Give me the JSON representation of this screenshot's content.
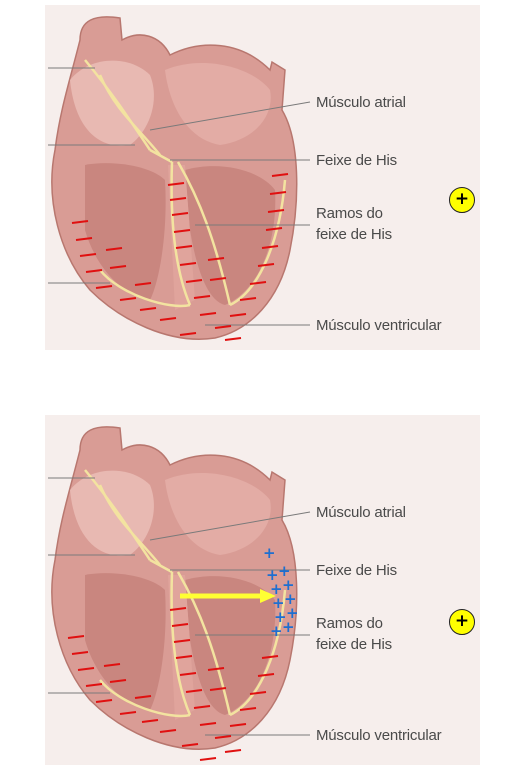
{
  "panels": [
    {
      "labels": {
        "atrial": "Músculo atrial",
        "his": "Feixe de His",
        "branches_1": "Ramos do",
        "branches_2": "feixe de His",
        "ventricular": "Músculo ventricular"
      },
      "badge": "+",
      "state": "depolarized-negative"
    },
    {
      "labels": {
        "atrial": "Músculo atrial",
        "his": "Feixe de His",
        "branches_1": "Ramos do",
        "branches_2": "feixe de His",
        "ventricular": "Músculo ventricular"
      },
      "badge": "+",
      "state": "partial-repolarization"
    }
  ],
  "colors": {
    "background": "#ffffff",
    "tissue_bg": "#f6eeec",
    "heart": "#d99c95",
    "heart_inner": "#c9867f",
    "conduction": "#f3e3a0",
    "negative_marks": "#e01010",
    "positive_marks": "#1e6fd0",
    "vector_arrow": "#ffff33",
    "badge": "#ffff00"
  }
}
